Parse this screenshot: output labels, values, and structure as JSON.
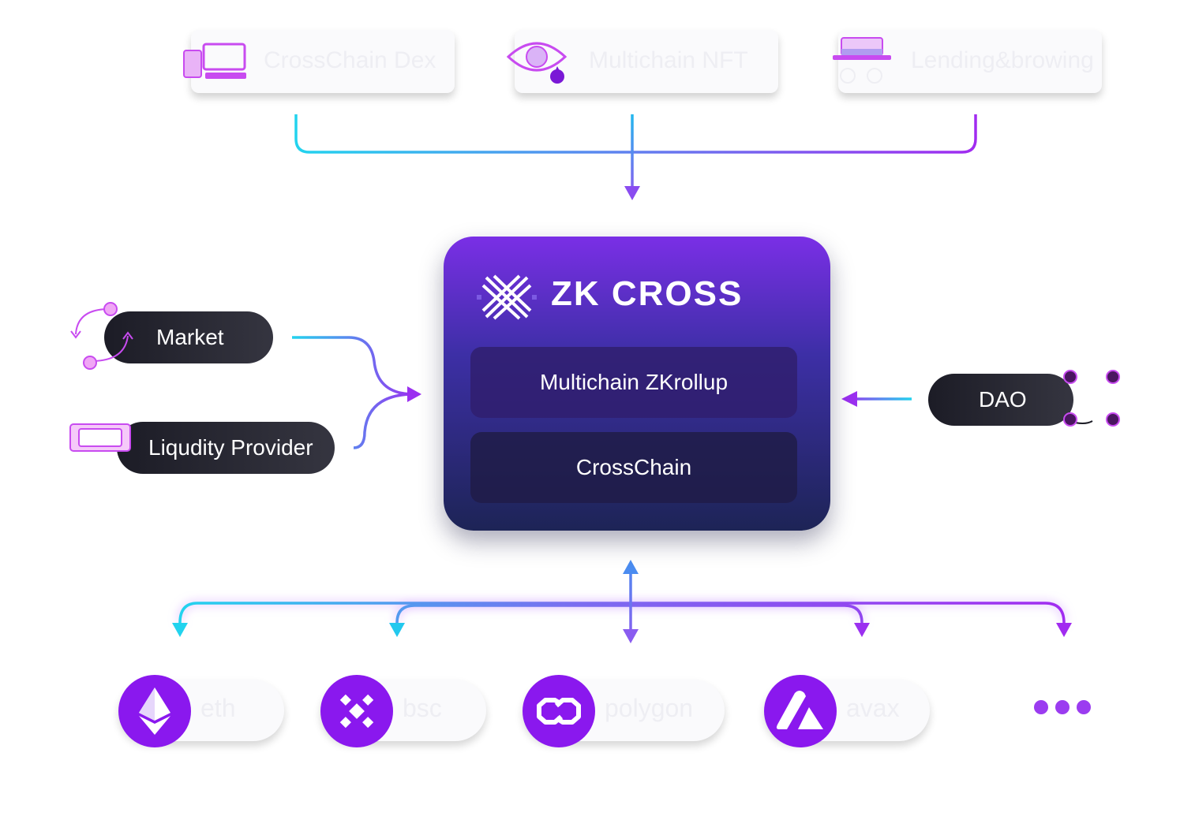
{
  "top_cards": [
    {
      "label": "CrossChain Dex",
      "icon": "laptop-tablet-icon"
    },
    {
      "label": "Multichain NFT",
      "icon": "eye-drop-icon"
    },
    {
      "label": "Lending&browing",
      "icon": "hat-glasses-icon"
    }
  ],
  "center": {
    "brand": "ZK CROSS",
    "logo_icon": "zkcross-logo-icon",
    "layers": [
      "Multichain ZKrollup",
      "CrossChain"
    ]
  },
  "left_inputs": [
    {
      "label": "Market",
      "icon": "swap-arrows-icon"
    },
    {
      "label": "Liqudity Provider",
      "icon": "wallet-icon"
    }
  ],
  "right_input": {
    "label": "DAO",
    "icon": "network-dots-icon"
  },
  "chains": [
    {
      "label": "eth",
      "icon": "ethereum-icon"
    },
    {
      "label": "bsc",
      "icon": "binance-icon"
    },
    {
      "label": "polygon",
      "icon": "polygon-icon"
    },
    {
      "label": "avax",
      "icon": "avalanche-icon"
    }
  ],
  "more_icon": "more-dots-icon",
  "colors": {
    "cyan": "#22d3ee",
    "purple": "#9b30f0",
    "chain_circle": "#8a18ee",
    "card_bg": "#fafafc",
    "center_top": "#7a2fe6",
    "center_bottom": "#1d2456"
  }
}
